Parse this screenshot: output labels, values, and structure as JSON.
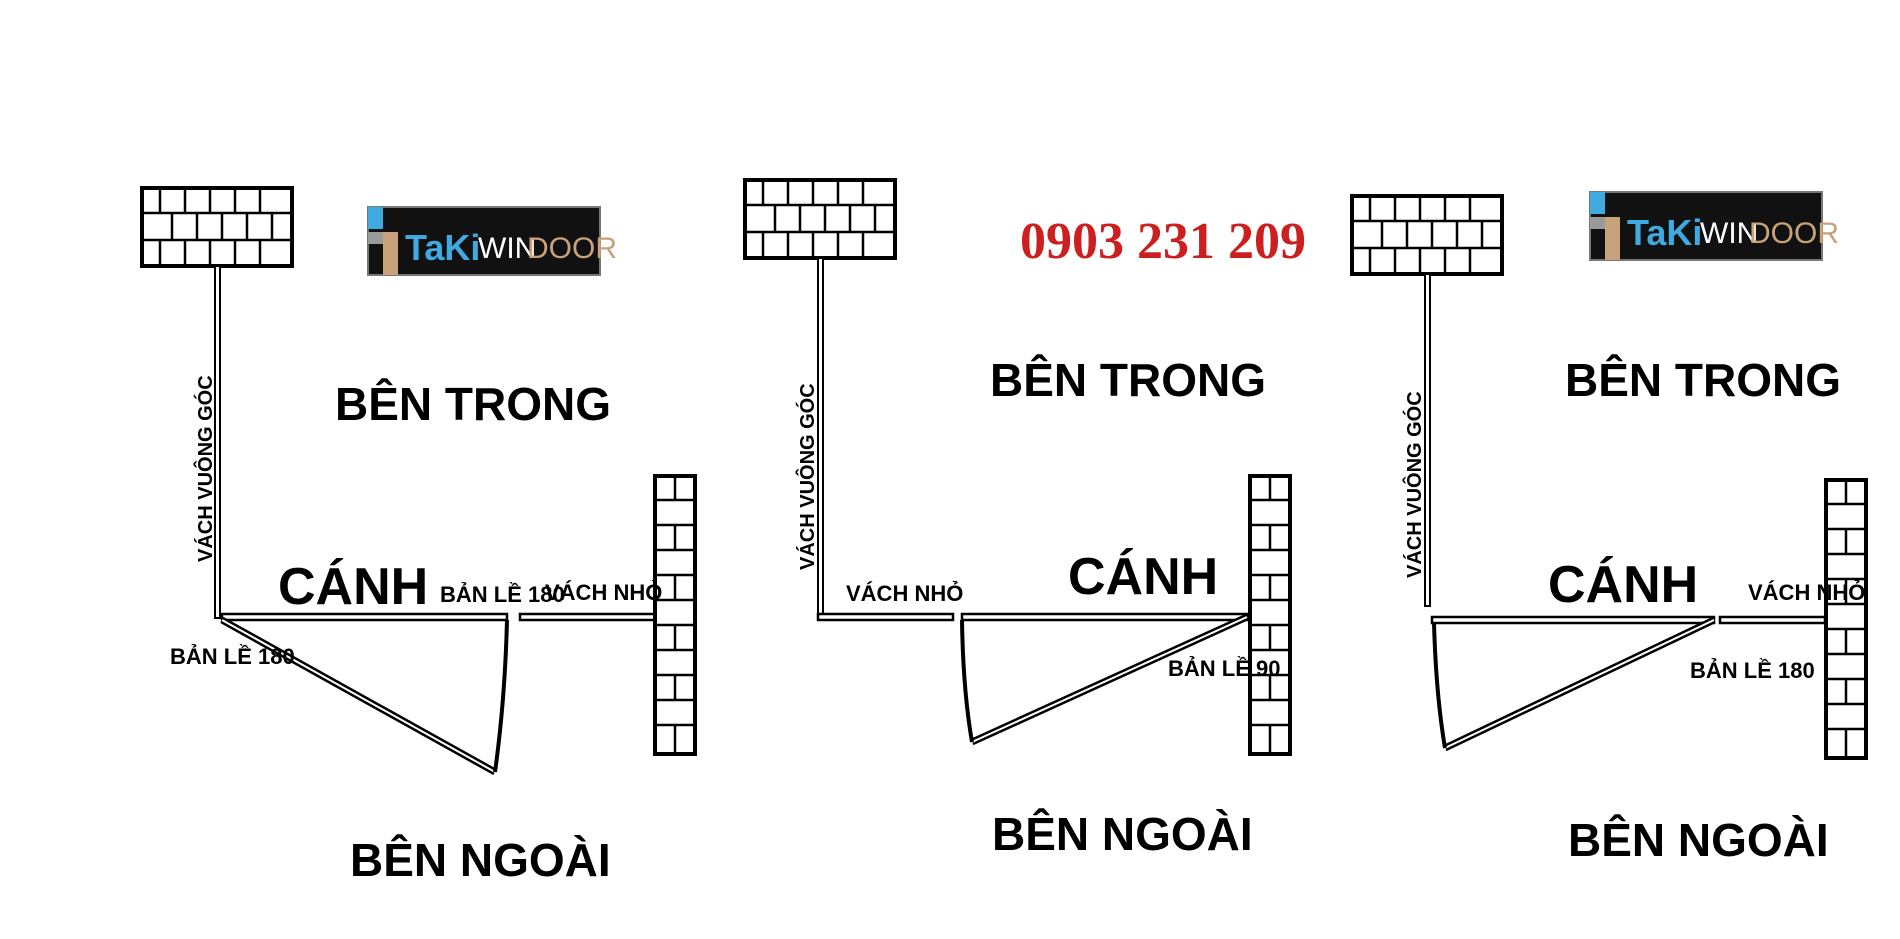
{
  "phone": "0903 231 209",
  "logo": {
    "taki": "TaKi",
    "win": "WIN",
    "door": "DOOR"
  },
  "colors": {
    "phone": "#cc1f1f",
    "logo_blue": "#3fa9e0",
    "logo_bg": "#111111",
    "logo_tan": "#c8a27a",
    "logo_grey": "#9a9a9a"
  },
  "diagrams": [
    {
      "inside": "BÊN TRONG",
      "outside": "BÊN NGOÀI",
      "sash": "CÁNH",
      "corner_wall": "VÁCH VUÔNG GÓC",
      "hinge_left": "BẢN LỀ 180",
      "hinge_right": "BẢN LỀ 180",
      "small_wall": "VÁCH NHỎ"
    },
    {
      "inside": "BÊN TRONG",
      "outside": "BÊN NGOÀI",
      "sash": "CÁNH",
      "corner_wall": "VÁCH VUÔNG GÓC",
      "small_wall": "VÁCH NHỎ",
      "hinge": "BẢN LỀ 90"
    },
    {
      "inside": "BÊN TRONG",
      "outside": "BÊN NGOÀI",
      "sash": "CÁNH",
      "corner_wall": "VÁCH VUÔNG GÓC",
      "small_wall": "VÁCH NHỎ",
      "hinge": "BẢN LỀ 180"
    }
  ]
}
